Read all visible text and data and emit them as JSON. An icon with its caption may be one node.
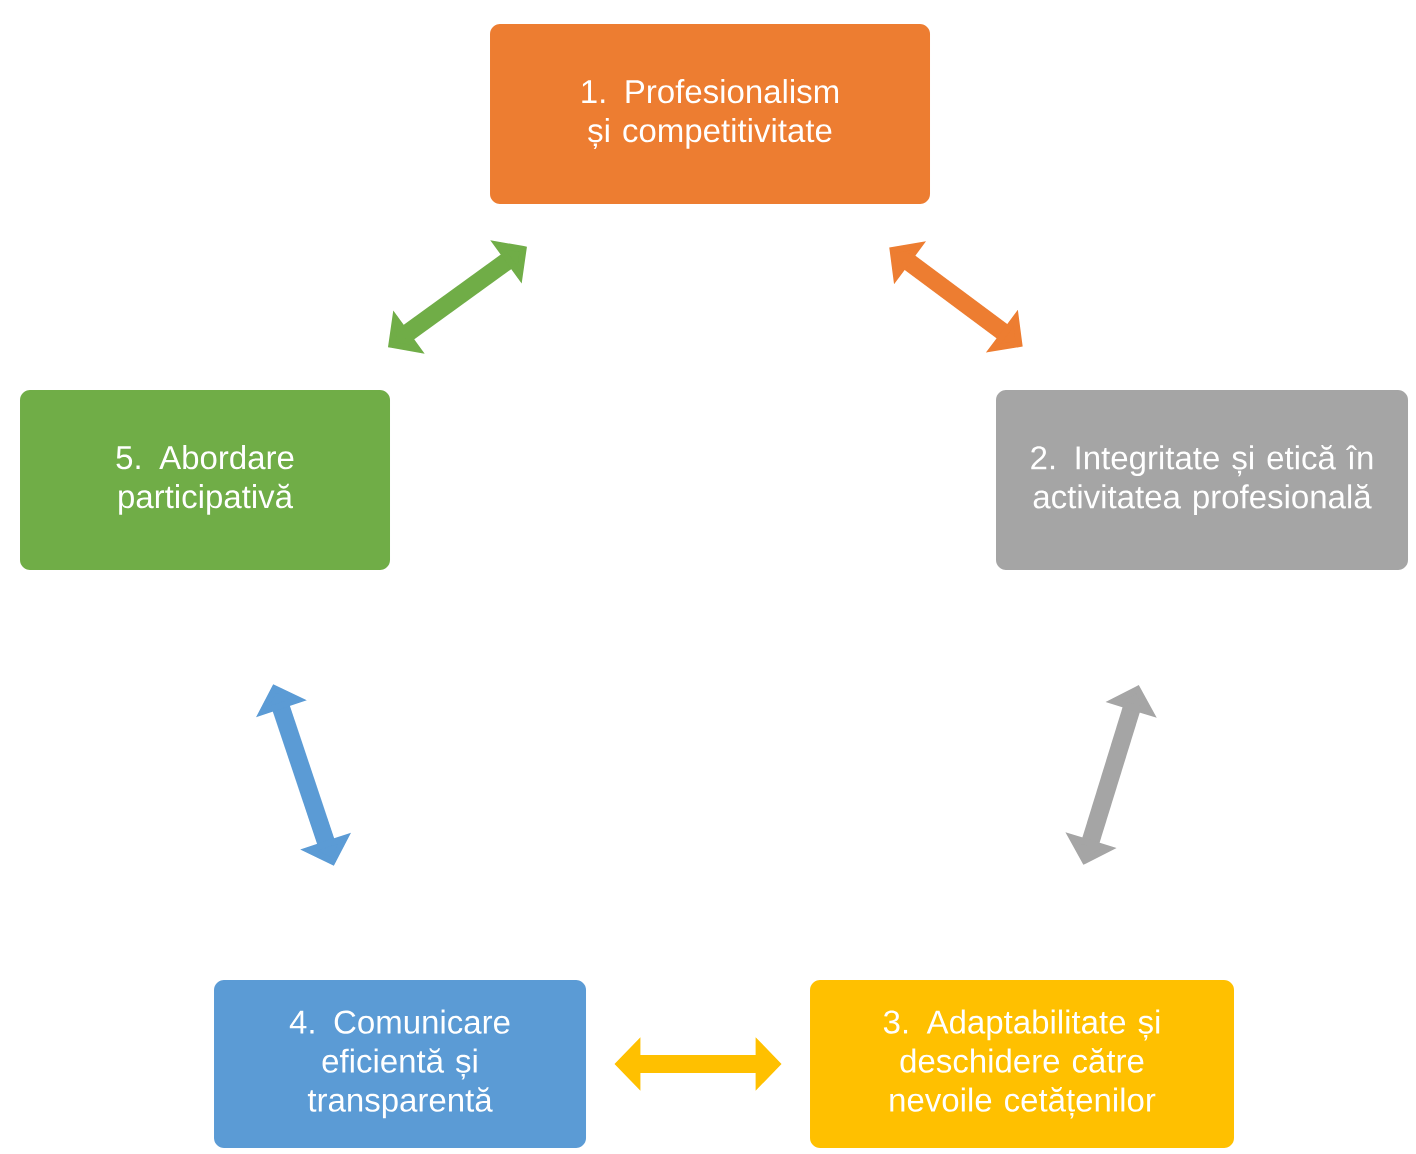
{
  "diagram": {
    "nodes": [
      {
        "text": [
          "1. Profesionalism și competitivitate"
        ]
      },
      {
        "text": [
          "2. Integritate și etică în activitatea profesională"
        ]
      },
      {
        "text": [
          "3. Adaptabilitate și deschidere către nevoile cetățenilor"
        ]
      },
      {
        "text": [
          "4. Comunicare eficientă și transparentă"
        ]
      },
      {
        "text": [
          "5. Abordare participativă"
        ]
      }
    ],
    "edges": [
      {
        "from": 0,
        "to": 1,
        "arrow": "both",
        "color": "#ed7d31"
      },
      {
        "from": 1,
        "to": 2,
        "arrow": "both",
        "color": "#a5a5a5"
      },
      {
        "from": 2,
        "to": 3,
        "arrow": "both",
        "color": "#ffc000"
      },
      {
        "from": 3,
        "to": 4,
        "arrow": "both",
        "color": "#5b9bd5"
      },
      {
        "from": 4,
        "to": 0,
        "arrow": "both",
        "color": "#70ad47"
      }
    ]
  }
}
